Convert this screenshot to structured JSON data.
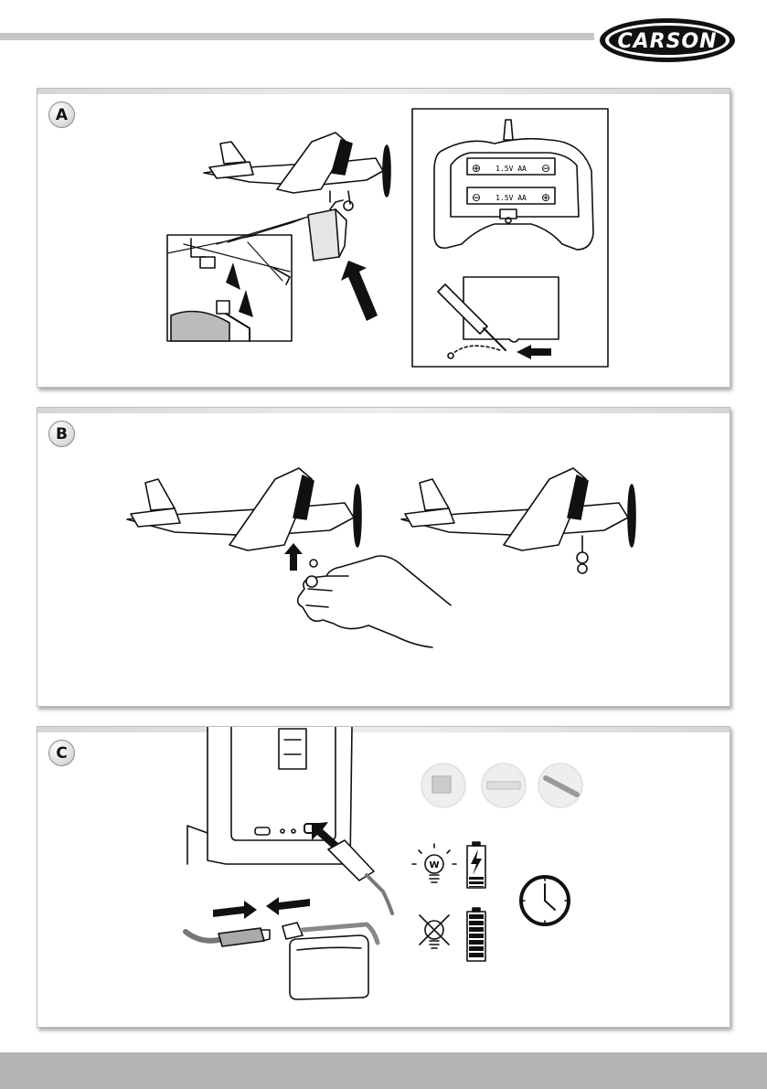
{
  "brand": {
    "logo_text": "CARSON"
  },
  "panels": [
    {
      "id": "A",
      "letter": "A"
    },
    {
      "id": "B",
      "letter": "B"
    },
    {
      "id": "C",
      "letter": "C"
    }
  ],
  "transmitter": {
    "battery_top_label": "1.5V AA",
    "battery_bottom_label": "1.5V AA",
    "plus_symbol": "⊕",
    "minus_symbol": "⊖"
  },
  "charger": {
    "light_letter": "W"
  },
  "colors": {
    "rule": "#c7c7c7",
    "panel_border": "#bdbdbd",
    "bottom_bar": "#b3b3b3",
    "line_art": "#111111"
  }
}
